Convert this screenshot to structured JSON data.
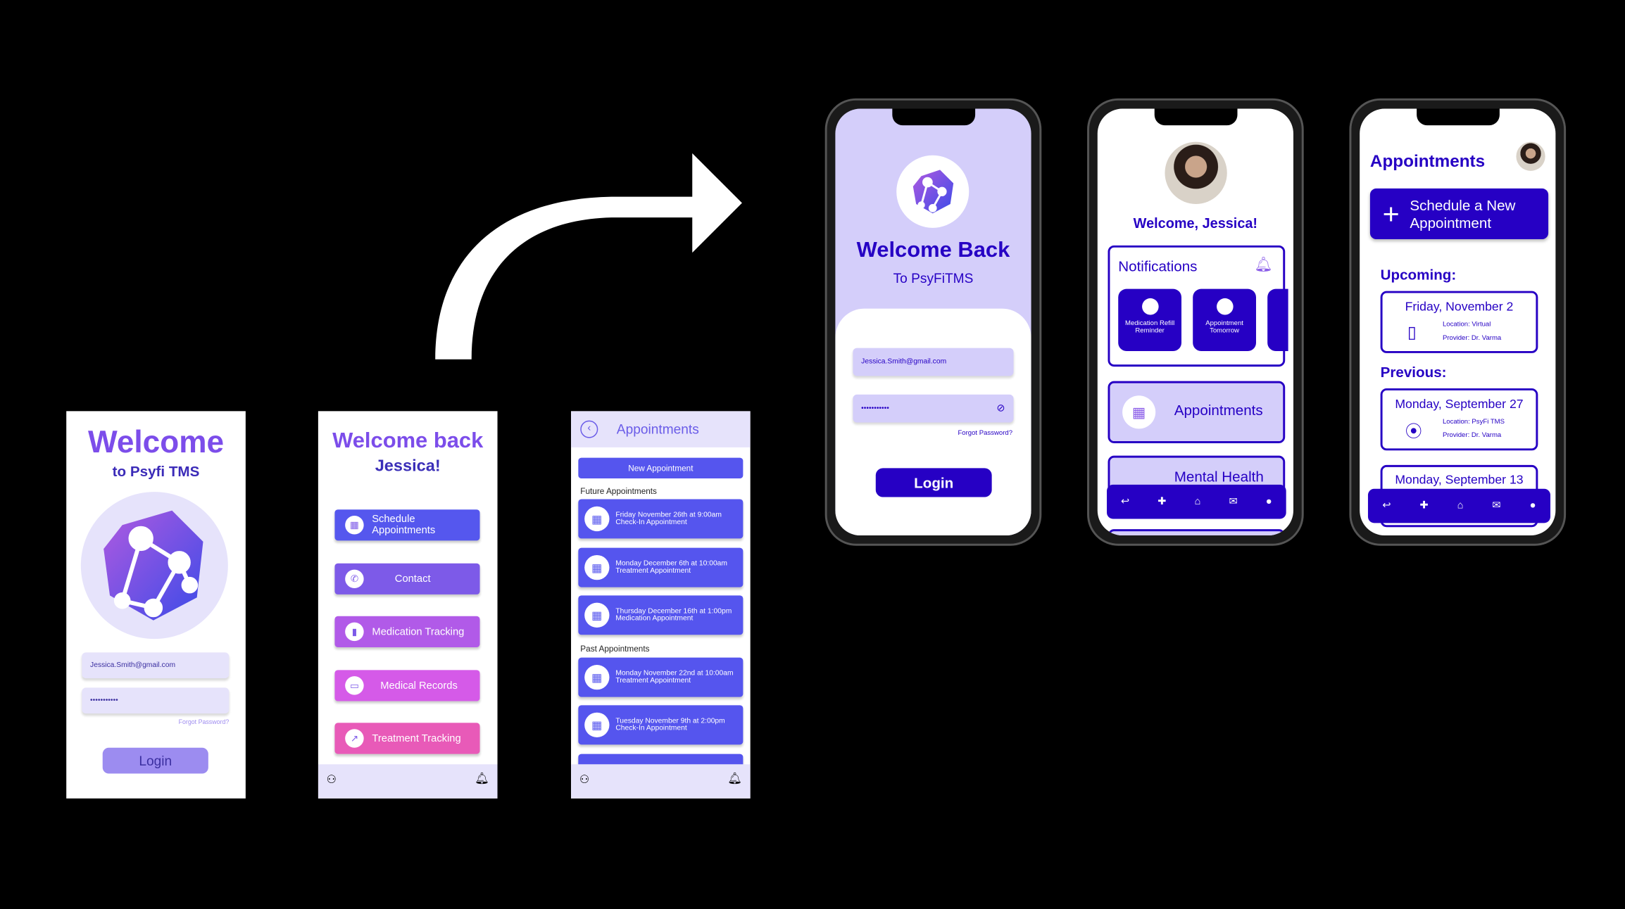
{
  "screen1": {
    "title": "Welcome",
    "subtitle": "to Psyfi TMS",
    "email": "Jessica.Smith@gmail.com",
    "password": "•••••••••••",
    "forgot": "Forgot Password?",
    "login": "Login"
  },
  "screen2": {
    "title": "Welcome back",
    "name": "Jessica!",
    "buttons": [
      {
        "label": "Schedule Appointments",
        "icon": "calendar-icon",
        "color": "#5557ee"
      },
      {
        "label": "Contact",
        "icon": "phone-icon",
        "color": "#7d5ae8"
      },
      {
        "label": "Medication Tracking",
        "icon": "bar-chart-icon",
        "color": "#b15ae8"
      },
      {
        "label": "Medical Records",
        "icon": "folder-icon",
        "color": "#d55ae8"
      },
      {
        "label": "Treatment Tracking",
        "icon": "trend-icon",
        "color": "#e85ab8"
      }
    ]
  },
  "screen3": {
    "title": "Appointments",
    "new_button": "New Appointment",
    "future_label": "Future Appointments",
    "past_label": "Past Appointments",
    "future": [
      {
        "line1": "Friday November 26th at 9:00am",
        "line2": "Check-In Appointment"
      },
      {
        "line1": "Monday December 6th at 10:00am",
        "line2": "Treatment Appointment"
      },
      {
        "line1": "Thursday December 16th at 1:00pm",
        "line2": "Medication Appointment"
      }
    ],
    "past": [
      {
        "line1": "Monday November 22nd at 10:00am",
        "line2": "Treatment Appointment"
      },
      {
        "line1": "Tuesday November 9th at 2:00pm",
        "line2": "Check-In Appointment"
      }
    ]
  },
  "phone1": {
    "title": "Welcome Back",
    "subtitle": "To PsyFiTMS",
    "email": "Jessica.Smith@gmail.com",
    "password": "•••••••••••",
    "forgot": "Forgot Password?",
    "login": "Login"
  },
  "phone2": {
    "welcome": "Welcome, Jessica!",
    "notifications": "Notifications",
    "tiles": [
      {
        "label": "Medication Refill Reminder"
      },
      {
        "label": "Appointment Tomorrow"
      }
    ],
    "appointments": "Appointments",
    "mental_health": "Mental Health"
  },
  "phone3": {
    "title": "Appointments",
    "schedule": "Schedule a New Appointment",
    "upcoming": "Upcoming:",
    "previous": "Previous:",
    "upcoming_items": [
      {
        "date": "Friday, November 2",
        "location": "Location: Virtual",
        "provider": "Provider: Dr. Varma"
      }
    ],
    "previous_items": [
      {
        "date": "Monday, September 27",
        "location": "Location: PsyFi TMS",
        "provider": "Provider: Dr. Varma"
      },
      {
        "date": "Monday, September 13"
      }
    ]
  },
  "colors": {
    "brand_dark": "#2600c4",
    "lavender": "#e6e3fb",
    "purple": "#7c4dea"
  }
}
